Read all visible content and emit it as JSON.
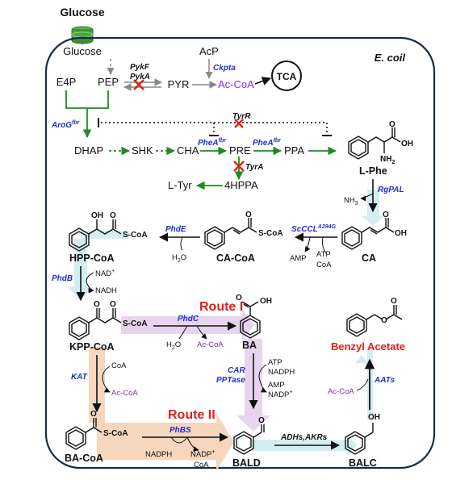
{
  "title": "Glucose",
  "organism": "E. coil",
  "upper": {
    "glucose_in": "Glucose",
    "e4p": "E4P",
    "pep": "PEP",
    "pyr": "PYR",
    "acp": "AcP",
    "accoa": "Ac-CoA",
    "tca": "TCA",
    "dhap": "DHAP",
    "shk": "SHK",
    "cha": "CHA",
    "pre": "PRE",
    "ppa": "PPA",
    "ltyr": "L-Tyr",
    "hppa": "4HPPA"
  },
  "enzymes": {
    "pykf": "PykF",
    "pyka": "PykA",
    "ckpta": "Ckpta",
    "arog": "AroG",
    "arog_sup": "fbr",
    "tyrr": "TyrR",
    "phea1": "PheA",
    "phea1_sup": "fbr",
    "phea2": "PheA",
    "phea2_sup": "fbr",
    "tyra": "TyrA",
    "rgpal": "RgPAL",
    "scccl": "ScCCL",
    "scccl_sup": "A294G",
    "phde": "PhdE",
    "phdb": "PhdB",
    "phdc": "PhdC",
    "car": "CAR",
    "pptase": "PPTase",
    "kat": "KAT",
    "phbs": "PhBS",
    "adhs": "ADHs,AKRs",
    "aats": "AATs"
  },
  "compounds": {
    "lphe": "L-Phe",
    "ca": "CA",
    "cacoa": "CA-CoA",
    "hppcoa": "HPP-CoA",
    "kppcoa": "KPP-CoA",
    "ba": "BA",
    "bacoa": "BA-CoA",
    "bald": "BALD",
    "balc": "BALC",
    "benzyl_acetate": "Benzyl Acetate",
    "scoa": "S-CoA"
  },
  "atoms": {
    "oh": "OH",
    "nh2": "NH",
    "nh2_sub": "2",
    "o": "O"
  },
  "cofactors": {
    "nh3": "NH",
    "nh3_sub": "3",
    "h2o": "H",
    "h2o_sub": "2",
    "h2o_tail": "O",
    "amp": "AMP",
    "atp": "ATP",
    "coa": "CoA",
    "nad": "NAD",
    "nad_sup": "+",
    "nadh": "NADH",
    "accoa": "Ac-CoA",
    "nadph": "NADPH",
    "nadp": "NADP",
    "nadp_sup": "+"
  },
  "routes": {
    "route1": "Route I",
    "route2": "Route II"
  },
  "colors": {
    "blue_enzyme": "#1f2fd0",
    "green_arrow": "#1e8c1e",
    "purple_text": "#8a2be2",
    "red": "#e0201b",
    "cell_border": "#1c2a4a",
    "route1_fill": "#e9d4ef",
    "route2_fill": "#f6d6bd",
    "flux_fill": "#d3eef0"
  }
}
